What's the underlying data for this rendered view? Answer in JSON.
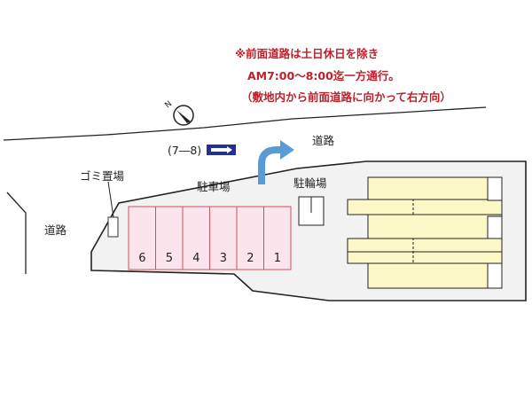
{
  "notes": [
    "※前面道路は土日休日を除き",
    "AM7:00～8:00迄一方通行。",
    "（敷地内から前面道路に向かって右方向）"
  ],
  "labels": {
    "road_top": "道路",
    "road_left": "道路",
    "oneway_time": "(7―8)",
    "parking": "駐車場",
    "bike_parking": "駐輪場",
    "garbage": "ゴミ置場"
  },
  "parking_spaces": [
    "6",
    "5",
    "4",
    "3",
    "2",
    "1"
  ],
  "icons": {
    "north": "north-compass-icon",
    "oneway": "one-way-arrow-icon",
    "exit": "exit-direction-arrow-icon"
  },
  "colors": {
    "note": "#c0202a",
    "parking_fill": "#fce4ec",
    "parking_stroke": "#d05060",
    "building": "#fdf8c8",
    "site": "#f2f2f2",
    "arrow": "#5b9bd5",
    "oneway": "#1f2f9f"
  }
}
